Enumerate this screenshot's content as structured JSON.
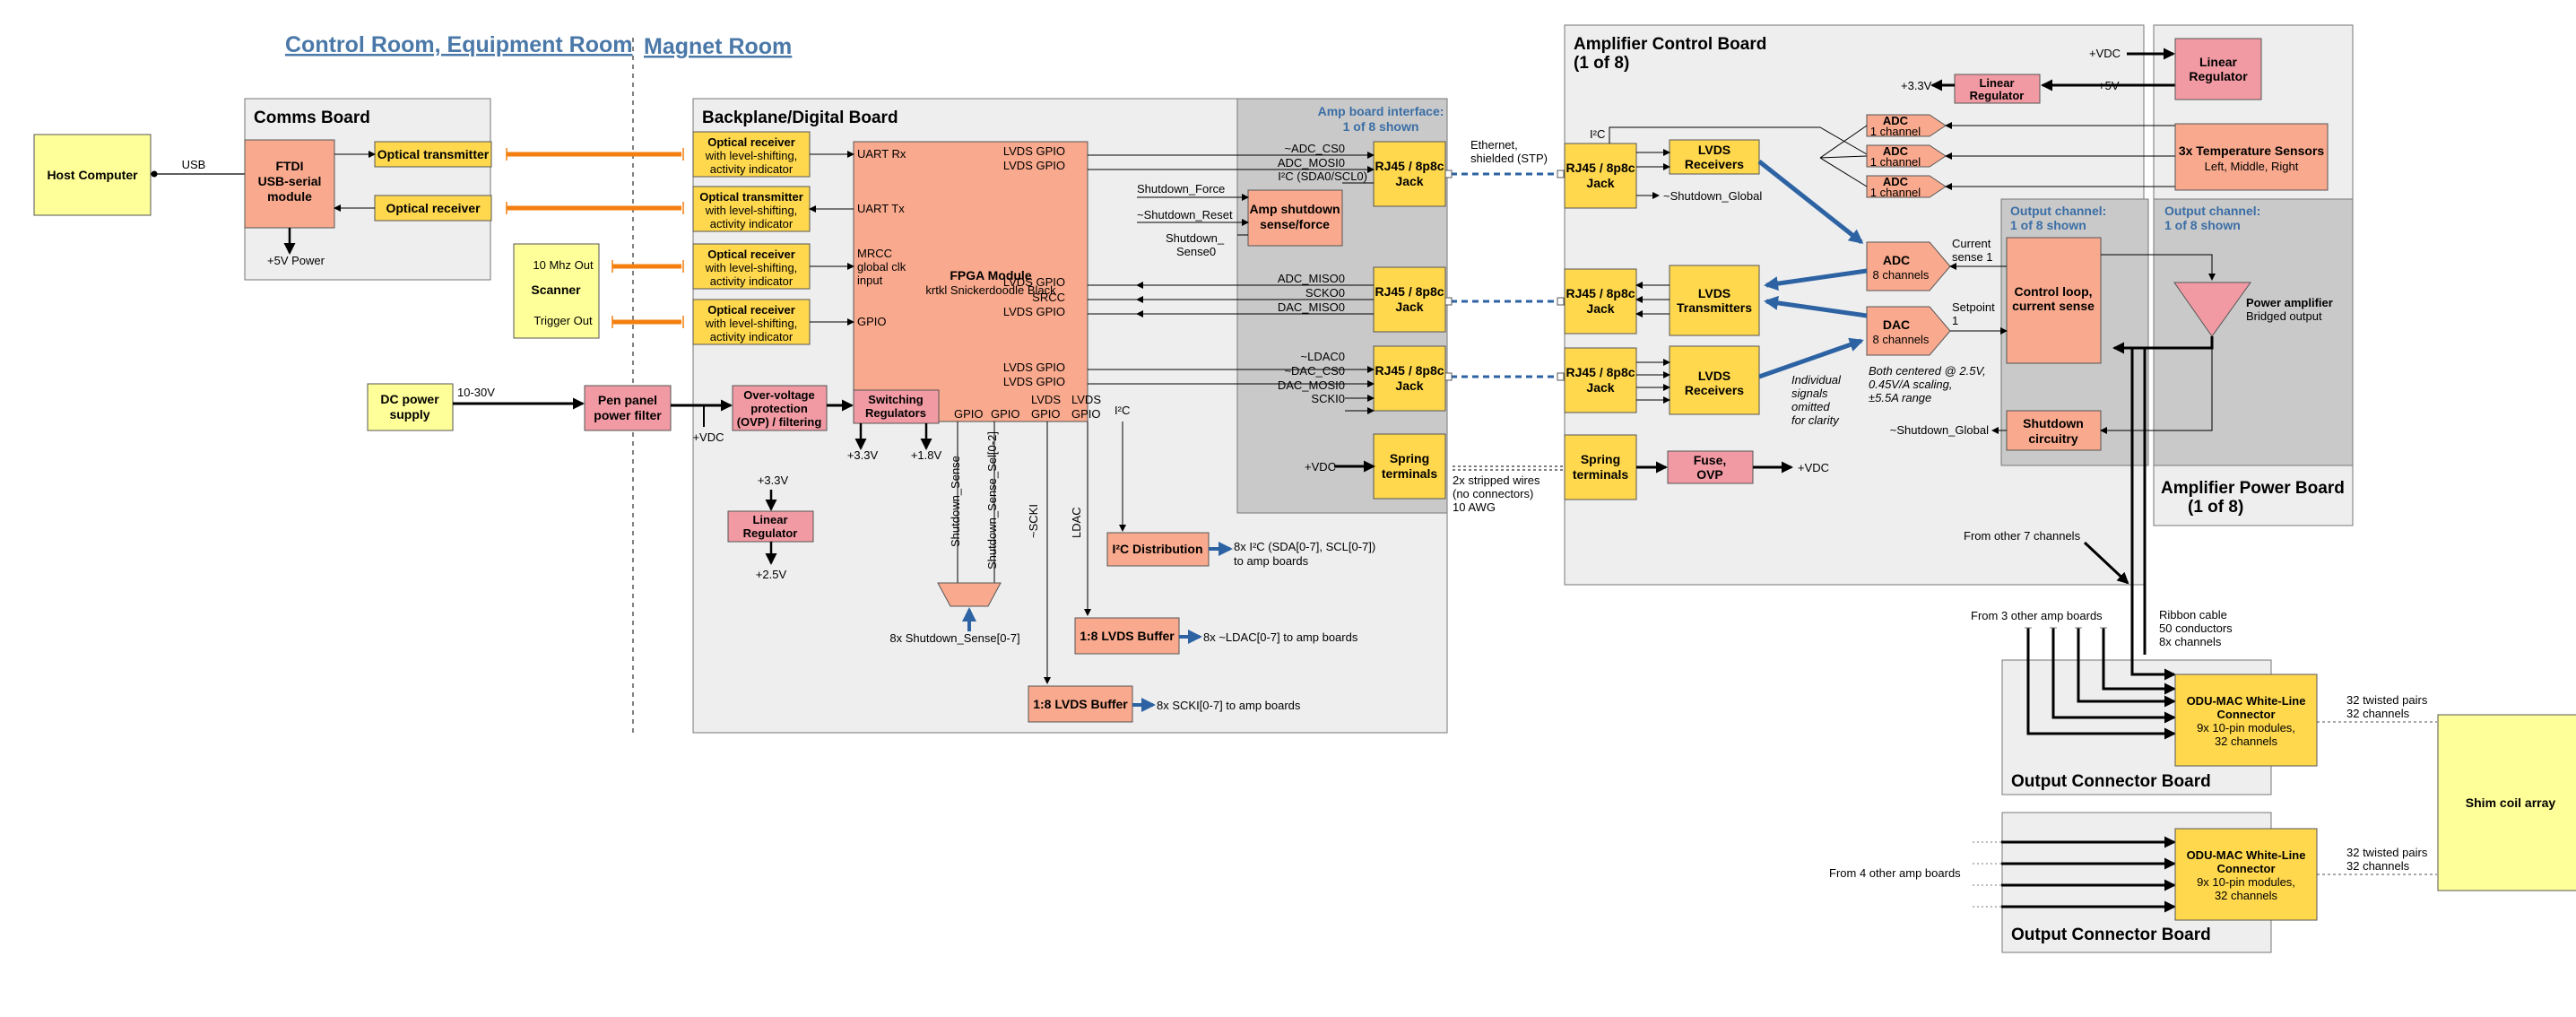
{
  "zones": {
    "control_room": "Control Room, Equipment Room",
    "magnet_room": "Magnet Room"
  },
  "groups": {
    "comms": "Comms Board",
    "backplane": "Backplane/Digital Board",
    "amp_interface": [
      "Amp board interface:",
      "1 of 8 shown"
    ],
    "amp_control": [
      "Amplifier Control Board",
      "(1 of 8)"
    ],
    "out_channel_1": [
      "Output channel:",
      "1 of 8 shown"
    ],
    "out_channel_2": [
      "Output channel:",
      "1 of 8 shown"
    ],
    "amp_power": [
      "Amplifier Power Board",
      "(1 of 8)"
    ],
    "out_conn_1": "Output Connector Board",
    "out_conn_2": "Output Connector Board"
  },
  "blocks": {
    "host": "Host Computer",
    "ftdi": [
      "FTDI",
      "USB-serial",
      "module"
    ],
    "opt_tx": "Optical transmitter",
    "opt_rx": "Optical receiver",
    "scanner": "Scanner",
    "scanner_10mhz": "10 Mhz Out",
    "scanner_trig": "Trigger Out",
    "dc_supply": [
      "DC power",
      "supply"
    ],
    "pen_filter": [
      "Pen panel",
      "power filter"
    ],
    "ovp": [
      "Over-voltage",
      "protection",
      "(OVP) / filtering"
    ],
    "switching": [
      "Switching",
      "Regulators"
    ],
    "lin_reg_bp": [
      "Linear",
      "Regulator"
    ],
    "or1": [
      "Optical receiver",
      "with level-shifting,",
      "activity indicator"
    ],
    "ot1": [
      "Optical transmitter",
      "with level-shifting,",
      "activity indicator"
    ],
    "or2": [
      "Optical receiver",
      "with level-shifting,",
      "activity indicator"
    ],
    "or3": [
      "Optical receiver",
      "with level-shifting,",
      "activity indicator"
    ],
    "fpga": [
      "FPGA Module",
      "krtkl Snickerdoodle Black"
    ],
    "amp_shutdown": [
      "Amp shutdown",
      "sense/force"
    ],
    "rj45": [
      "RJ45 / 8p8c",
      "Jack"
    ],
    "spring": [
      "Spring",
      "terminals"
    ],
    "i2c_dist": "I²C Distribution",
    "lvds_buf": "1:8 LVDS Buffer",
    "lvds_rx": [
      "LVDS",
      "Receivers"
    ],
    "lvds_tx": [
      "LVDS",
      "Transmitters"
    ],
    "adc1": [
      "ADC",
      "1 channel"
    ],
    "adc8": [
      "ADC",
      "8 channels"
    ],
    "dac8": [
      "DAC",
      "8 channels"
    ],
    "lin_reg_amp": [
      "Linear",
      "Regulator"
    ],
    "lin_reg_pwr": [
      "Linear",
      "Regulator"
    ],
    "temp": [
      "3x Temperature Sensors",
      "Left, Middle, Right"
    ],
    "control_loop": [
      "Control loop,",
      "current sense"
    ],
    "shutdown_circ": [
      "Shutdown",
      "circuitry"
    ],
    "fuse": [
      "Fuse,",
      "OVP"
    ],
    "power_amp": [
      "Power amplifier",
      "Bridged output"
    ],
    "odu": [
      "ODU-MAC White-Line",
      "Connector",
      "9x 10-pin modules,",
      "32 channels"
    ],
    "shim": "Shim coil array"
  },
  "labels": {
    "usb": "USB",
    "plus5v_power": "+5V Power",
    "v10_30": "10-30V",
    "vdc": "+VDC",
    "v3v3": "+3.3V",
    "v1v8": "+1.8V",
    "v2v5": "+2.5V",
    "v5": "+5V",
    "uart_rx": "UART Rx",
    "uart_tx": "UART Tx",
    "mrcc": [
      "MRCC",
      "global clk",
      "input"
    ],
    "gpio": "GPIO",
    "lvds_gpio": "LVDS GPIO",
    "srcc": "SRCC",
    "i2c": "I²C",
    "lvds_v": [
      "LVDS",
      "GPIO"
    ],
    "adc_cs0": "~ADC_CS0",
    "adc_mosi0": "ADC_MOSI0",
    "i2c_sda0": "I²C (SDA0/SCL0)",
    "shutdown_force": "Shutdown_Force",
    "shutdown_reset": "~Shutdown_Reset",
    "shutdown_sense0": [
      "Shutdown_",
      "Sense0"
    ],
    "adc_miso0": "ADC_MISO0",
    "sck0": "SCKO0",
    "dac_miso0": "DAC_MISO0",
    "ldac0": "~LDAC0",
    "dac_cs0": "~DAC_CS0",
    "dac_mosi0": "DAC_MOSI0",
    "scki0": "SCKI0",
    "v_shutdown_sense": "Shutdown_Sense",
    "v_shutdown_sense_sel": "Shutdown_Sense_Sel[0-2]",
    "v_scki": "~SCKI",
    "v_ldac": "LDAC",
    "shutdown_sense_07": "8x Shutdown_Sense[0-7]",
    "i2c_out": [
      "8x I²C (SDA[0-7], SCL[0-7])",
      "to amp boards"
    ],
    "ldac_out": "8x ~LDAC[0-7] to amp boards",
    "scki_out": "8x SCKI[0-7] to amp boards",
    "ethernet": [
      "Ethernet,",
      "shielded (STP)"
    ],
    "stripped": [
      "2x stripped wires",
      "(no connectors)",
      "10 AWG"
    ],
    "shutdown_global": "~Shutdown_Global",
    "current_sense": [
      "Current",
      "sense 1"
    ],
    "setpoint": [
      "Setpoint",
      "1"
    ],
    "both_centered": [
      "Both centered @ 2.5V,",
      "0.45V/A scaling,",
      "±5.5A range"
    ],
    "individual": [
      "Individual",
      "signals",
      "omitted",
      "for clarity"
    ],
    "from_other_7": "From other 7 channels",
    "from_3_other": "From 3 other amp boards",
    "from_4_other": "From 4 other amp boards",
    "ribbon": [
      "Ribbon cable",
      "50 conductors",
      "8x channels"
    ],
    "twisted": [
      "32 twisted pairs",
      "32 channels"
    ]
  },
  "colors": {
    "salmon": "#f9a98d",
    "pink": "#f19aa3",
    "yellow": "#ffd84d",
    "lightyellow": "#ffff99",
    "orange": "#f47f0f",
    "blue": "#2d63a3",
    "group_bg": "#eeeeee",
    "interface_bg": "#c9c9c9"
  }
}
